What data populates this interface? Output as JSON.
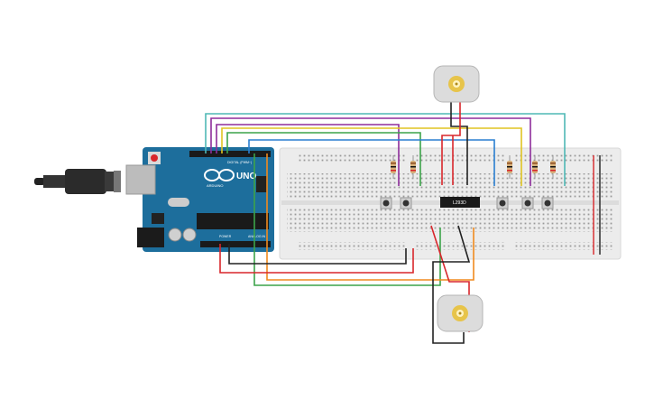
{
  "arduino": {
    "model": "UNO",
    "brand": "ARDUINO",
    "header_digital": "DIGITAL (PWM~)",
    "header_power": "POWER",
    "header_analog": "ANALOG IN",
    "color": "#1d6e9c"
  },
  "driver": {
    "label": "L293D"
  },
  "wire_colors": {
    "red": "#d8262b",
    "black": "#222222",
    "purple": "#8e2d9b",
    "teal": "#4fb8b5",
    "yellow": "#e0c422",
    "green": "#3ca34a",
    "blue": "#2a7fd0",
    "orange": "#f08a1e"
  }
}
